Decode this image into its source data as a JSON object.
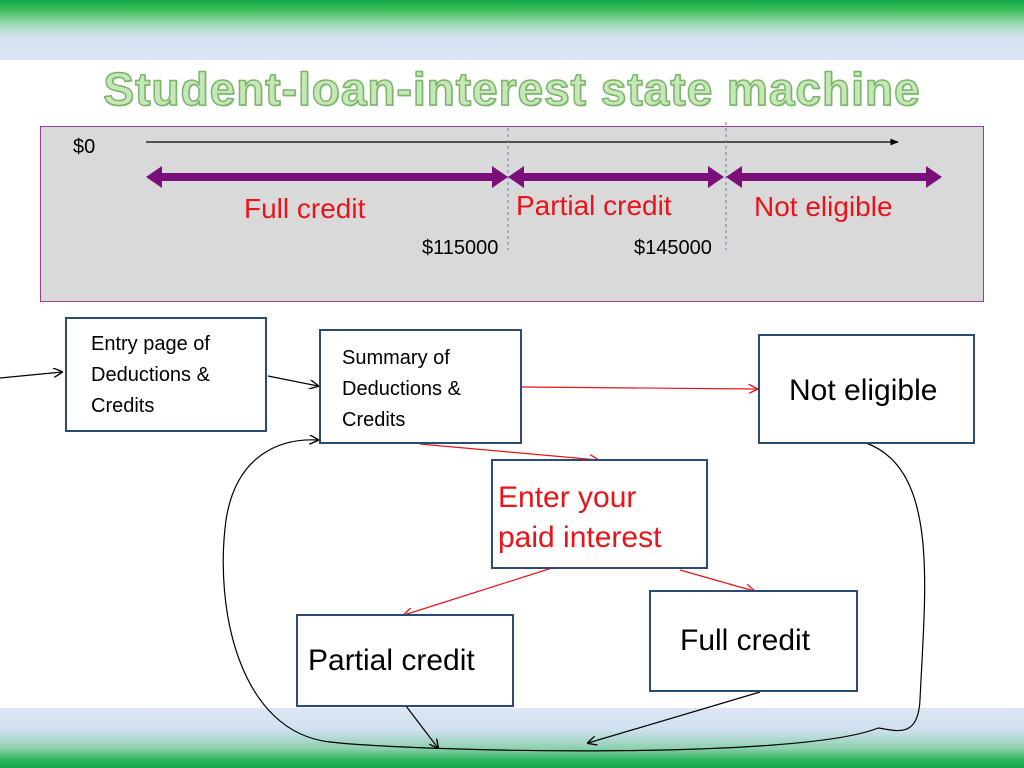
{
  "title": "Student-loan-interest state machine",
  "timeline": {
    "origin_label": "$0",
    "ranges": [
      "Full credit",
      "Partial credit",
      "Not eligible"
    ],
    "thresholds": [
      "$115000",
      "$145000"
    ]
  },
  "states": {
    "entry": [
      "Entry page of",
      "Deductions &",
      "Credits"
    ],
    "summary": [
      "Summary of",
      "Deductions &",
      "Credits"
    ],
    "not_eligible": "Not eligible",
    "enter_interest": [
      "Enter your",
      "paid interest"
    ],
    "partial": "Partial credit",
    "full": "Full credit"
  },
  "colors": {
    "range_arrow": "#7a0f7a",
    "highlight_text": "#e8141a",
    "box_border": "#2c4a73",
    "panel_border": "#9b3a9b",
    "transition_red": "#e8141a"
  }
}
